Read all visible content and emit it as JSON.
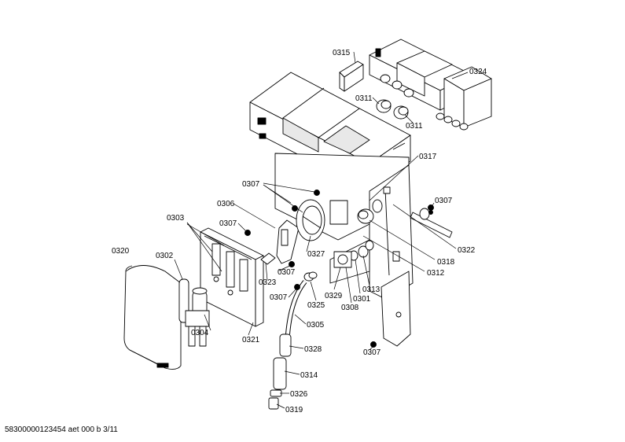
{
  "footer": "58300000123454 aet 000 b 3/11",
  "labels": {
    "l0315": "0315",
    "l0324": "0324",
    "l0311a": "0311",
    "l0311b": "0311",
    "l0317": "0317",
    "l0307a": "0307",
    "l0307b": "0307",
    "l0307c": "0307",
    "l0307d": "0307",
    "l0307e": "0307",
    "l0307f": "0307",
    "l0306": "0306",
    "l0303": "0303",
    "l0320": "0320",
    "l0302": "0302",
    "l0327": "0327",
    "l0322": "0322",
    "l0318": "0318",
    "l0312": "0312",
    "l0323": "0323",
    "l0325": "0325",
    "l0329": "0329",
    "l0301": "0301",
    "l0308": "0308",
    "l0313": "0313",
    "l0304": "0304",
    "l0321": "0321",
    "l0305": "0305",
    "l0328": "0328",
    "l0314": "0314",
    "l0326": "0326",
    "l0319": "0319"
  }
}
